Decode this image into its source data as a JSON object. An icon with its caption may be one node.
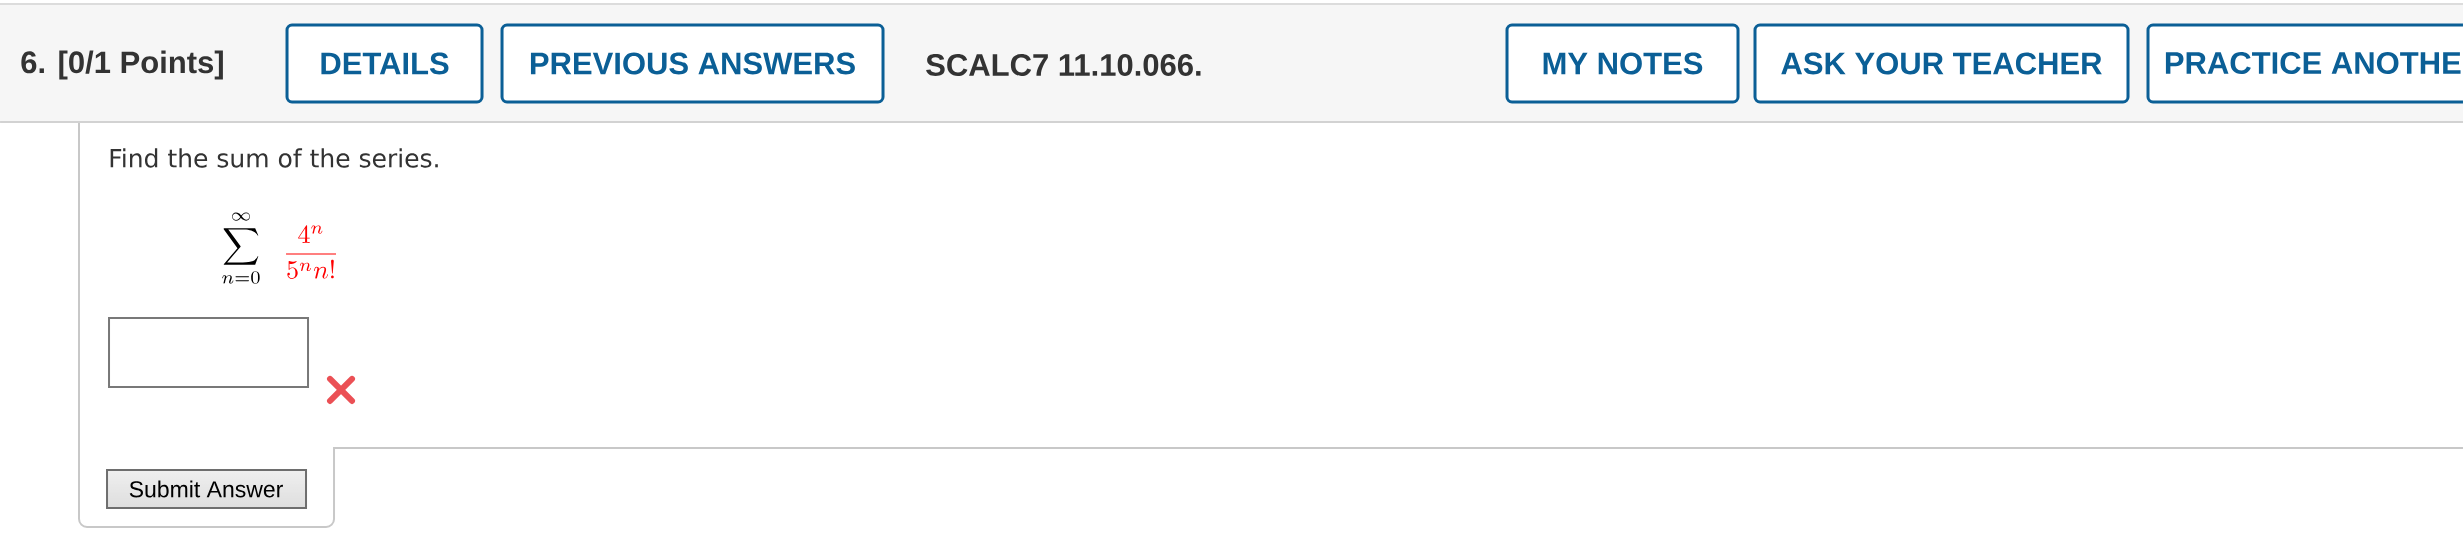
{
  "diagram": {
    "labels": [
      "6. [0/1 Points]",
      "DETAILS",
      "PREVIOUS ANSWERS",
      "SCALC7 11.10.066.",
      "MY NOTES",
      "ASK YOUR TEACHER",
      "PRACTICE ANOTHE",
      "Find the sum of the series.",
      "\\sum_{n=0}^{\\infty}",
      "\\frac{4^n}{5^n n!}",
      "Submit Answer"
    ]
  }
}
